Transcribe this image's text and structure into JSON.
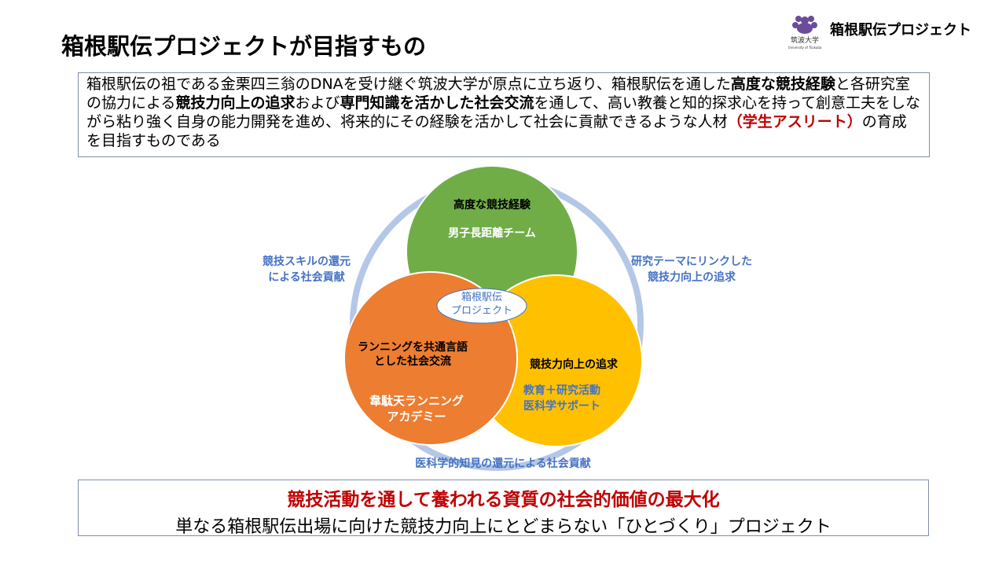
{
  "header": {
    "title": "箱根駅伝プロジェクトが目指すもの",
    "logo_text": "筑波大学",
    "logo_subtext": "University of Tsukuba",
    "brand": "箱根駅伝プロジェクト"
  },
  "intro": {
    "t1": "箱根駅伝の祖である金栗四三翁のDNAを受け継ぐ筑波大学が原点に立ち返り、箱根駅伝を通した",
    "b1": "高度な競技経験",
    "t2": "と各研究室の協力による",
    "b2": "競技力向上の追求",
    "t3": "および",
    "b3": "専門知識を活かした社会交流",
    "t4": "を通して、高い教養と知的探求心を持って創意工夫をしながら粘り強く自身の能力開発を進め、将来的にその経験を活かして社会に貢献できるような人材",
    "r1": "（学生アスリート）",
    "t5": "の育成を目指すものである"
  },
  "diagram": {
    "green": {
      "title": "高度な競技経験",
      "sub": "男子長距離チーム",
      "color": "#70ad47"
    },
    "orange": {
      "title": "ランニングを共通言語とした社会交流",
      "sub1": "韋駄天ランニング",
      "sub2": "アカデミー",
      "color": "#ed7d31"
    },
    "yellow": {
      "title": "競技力向上の追求",
      "sub1": "教育＋研究活動",
      "sub2": "医科学サポート",
      "color": "#ffc000"
    },
    "center1": "箱根駅伝",
    "center2": "プロジェクト",
    "left1": "競技スキルの還元",
    "left2": "による社会貢献",
    "right1": "研究テーマにリンクした",
    "right2": "競技力向上の追求",
    "bottom": "医科学的知見の還元による社会貢献",
    "ring_color": "#b4c7e7"
  },
  "footer": {
    "headline": "競技活動を通して養われる資質の社会的価値の最大化",
    "sub": "単なる箱根駅伝出場に向けた競技力向上にとどまらない「ひとづくり」プロジェクト"
  }
}
